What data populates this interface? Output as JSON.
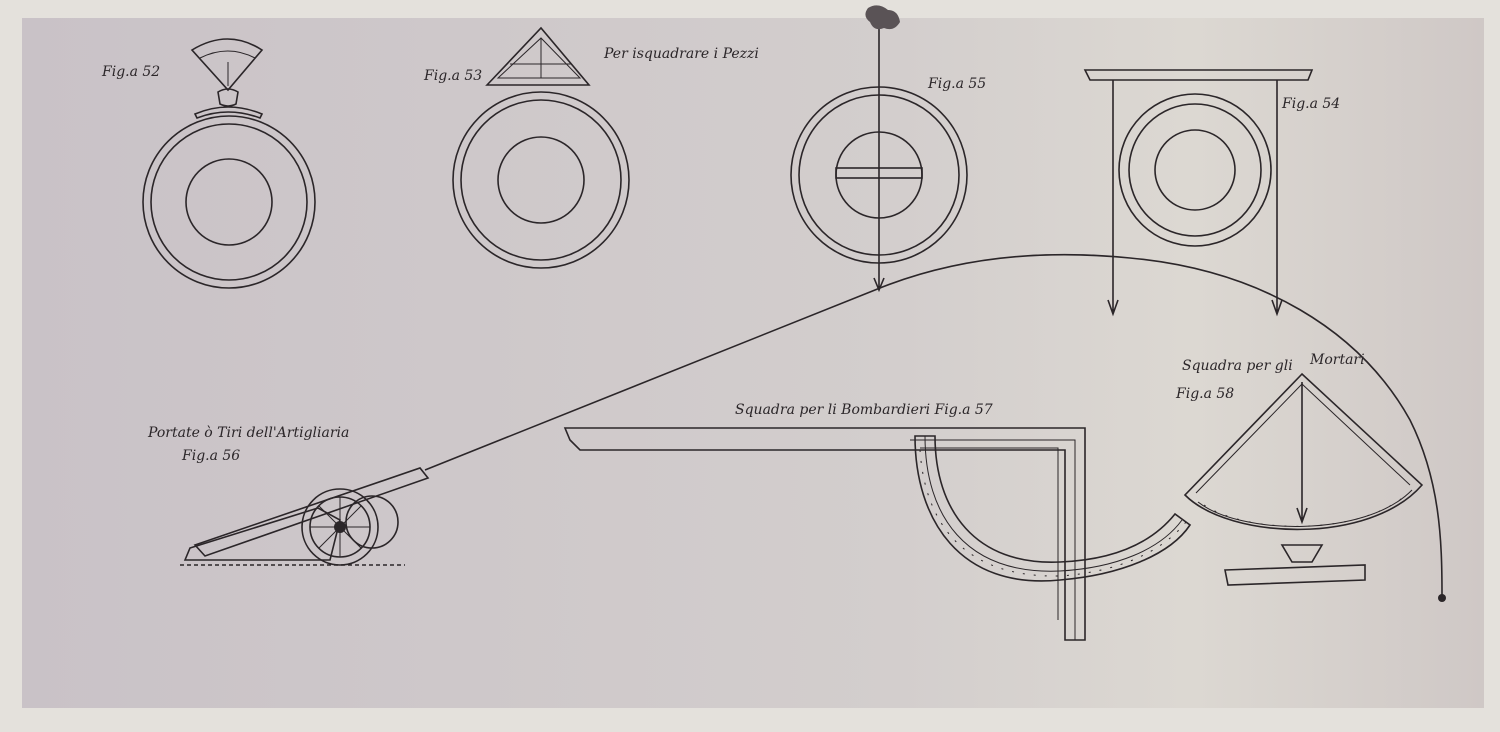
{
  "colors": {
    "paper": "#c8c1c5",
    "paper_light": "#dedad6",
    "ink": "#2b2629"
  },
  "labels": {
    "fig52": "Fig.a 52",
    "fig53": "Fig.a 53",
    "title_top": "Per isquadrare i Pezzi",
    "fig55": "Fig.a 55",
    "fig54": "Fig.a 54",
    "mortari_a": "Squadra per gli",
    "mortari_b": "Mortari",
    "fig58": "Fig.a 58",
    "bombardieri": "Squadra per li Bombardieri Fig.a 57",
    "portate": "Portate ò Tiri dell'Artigliaria",
    "fig56": "Fig.a 56"
  }
}
